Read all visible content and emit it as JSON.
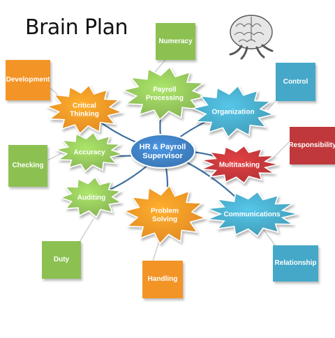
{
  "title": "Brain Plan",
  "icon": "brain-with-legs",
  "center": {
    "label_lines": [
      "HR & Payroll",
      "Supervisor"
    ],
    "color": "#3f7fc1"
  },
  "bursts": [
    {
      "id": "payroll-processing",
      "lines": [
        "Payroll",
        "Processing"
      ],
      "color": "#92c35a"
    },
    {
      "id": "organization",
      "lines": [
        "Organization"
      ],
      "color": "#48a9c6"
    },
    {
      "id": "multitasking",
      "lines": [
        "Multitasking"
      ],
      "color": "#c0363a"
    },
    {
      "id": "communications",
      "lines": [
        "Communications"
      ],
      "color": "#48a9c6"
    },
    {
      "id": "problem-solving",
      "lines": [
        "Problem",
        "Solving"
      ],
      "color": "#f39426"
    },
    {
      "id": "auditing",
      "lines": [
        "Auditing"
      ],
      "color": "#92c35a"
    },
    {
      "id": "accuracy",
      "lines": [
        "Accuracy"
      ],
      "color": "#92c35a"
    },
    {
      "id": "critical-thinking",
      "lines": [
        "Critical",
        "Thinking"
      ],
      "color": "#f39426"
    }
  ],
  "boxes": [
    {
      "id": "numeracy",
      "label": "Numeracy",
      "color": "#8cc152"
    },
    {
      "id": "control",
      "label": "Control",
      "color": "#45a8c8"
    },
    {
      "id": "responsibility",
      "label": "Responsibility",
      "color": "#c0383b"
    },
    {
      "id": "relationship",
      "label": "Relationship",
      "color": "#45a8c8"
    },
    {
      "id": "handling",
      "label": "Handling",
      "color": "#f39426"
    },
    {
      "id": "duty",
      "label": "Duty",
      "color": "#8cc152"
    },
    {
      "id": "checking",
      "label": "Checking",
      "color": "#8cc152"
    },
    {
      "id": "development",
      "label": "Development",
      "color": "#f39426"
    }
  ],
  "connector_color": "#3f6f9f"
}
